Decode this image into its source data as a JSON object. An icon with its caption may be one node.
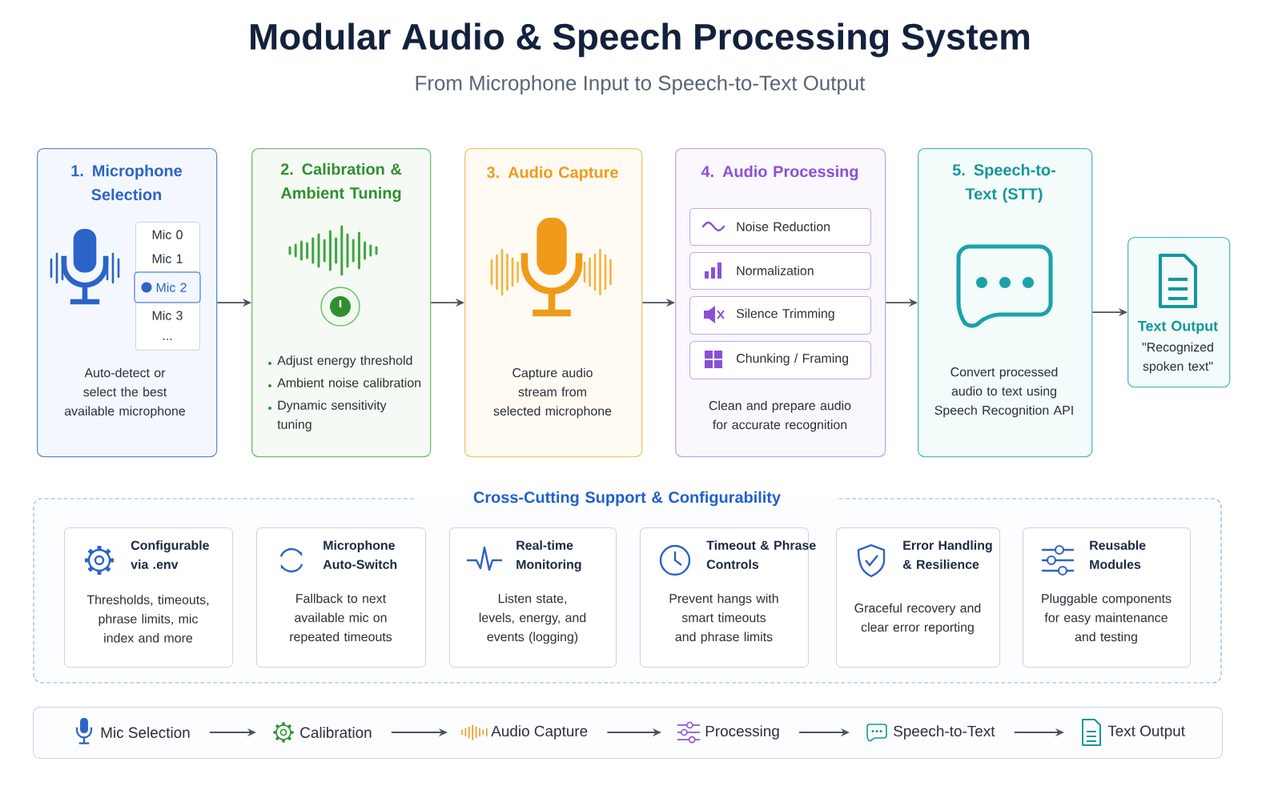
{
  "diagram": {
    "title": "Modular Audio & Speech Processing System",
    "labels": [
      "From Microphone Input to Speech-to-Text Output"
    ],
    "nodes": [
      {
        "text": [
          "1. Microphone Selection",
          "Auto-detect or select the best available microphone"
        ]
      },
      {
        "text": [
          "Mic 0",
          "Mic 1",
          "Mic 2",
          "Mic 3",
          "..."
        ],
        "in": 0
      },
      {
        "text": [
          "2. Calibration & Ambient Tuning",
          "Adjust energy threshold",
          "Ambient noise calibration",
          "Dynamic sensitivity tuning"
        ]
      },
      {
        "text": [
          "3. Audio Capture",
          "Capture audio stream from selected microphone"
        ]
      },
      {
        "text": [
          "4. Audio Processing",
          "Clean and prepare audio for accurate recognition"
        ]
      },
      {
        "text": [
          "Noise Reduction"
        ],
        "in": 4
      },
      {
        "text": [
          "Normalization"
        ],
        "in": 4
      },
      {
        "text": [
          "Silence Trimming"
        ],
        "in": 4
      },
      {
        "text": [
          "Chunking / Framing"
        ],
        "in": 4
      },
      {
        "text": [
          "5. Speech-to-Text (STT)",
          "Convert processed audio to text using Speech Recognition API"
        ]
      },
      {
        "text": [
          "Text Output",
          "\"Recognized spoken text\""
        ]
      },
      {
        "text": [
          "Cross-Cutting Support & Configurability"
        ]
      },
      {
        "text": [
          "Configurable via .env",
          "Thresholds, timeouts, phrase limits, mic index and more"
        ],
        "in": 11
      },
      {
        "text": [
          "Microphone Auto-Switch",
          "Fallback to next available mic on repeated timeouts"
        ],
        "in": 11
      },
      {
        "text": [
          "Real-time Monitoring",
          "Listen state, levels, energy, and events (logging)"
        ],
        "in": 11
      },
      {
        "text": [
          "Timeout & Phrase Controls",
          "Prevent hangs with smart timeouts and phrase limits"
        ],
        "in": 11
      },
      {
        "text": [
          "Error Handling & Resilience",
          "Graceful recovery and clear error reporting"
        ],
        "in": 11
      },
      {
        "text": [
          "Reusable Modules",
          "Pluggable components for easy maintenance and testing"
        ],
        "in": 11
      },
      {
        "text": [],
        "shape": "box"
      },
      {
        "text": [
          "Mic Selection"
        ],
        "in": 18
      },
      {
        "text": [
          "Calibration"
        ],
        "in": 18
      },
      {
        "text": [
          "Audio Capture"
        ],
        "in": 18
      },
      {
        "text": [
          "Processing"
        ],
        "in": 18
      },
      {
        "text": [
          "Speech-to-Text"
        ],
        "in": 18
      },
      {
        "text": [
          "Text Output"
        ],
        "in": 18
      }
    ],
    "edges": [
      {
        "from": 0,
        "to": 2,
        "arrow": "to"
      },
      {
        "from": 2,
        "to": 3,
        "arrow": "to"
      },
      {
        "from": 3,
        "to": 4,
        "arrow": "to"
      },
      {
        "from": 4,
        "to": 9,
        "arrow": "to"
      },
      {
        "from": 9,
        "to": 10,
        "arrow": "to"
      },
      {
        "from": 19,
        "to": 20,
        "arrow": "to"
      },
      {
        "from": 20,
        "to": 21,
        "arrow": "to"
      },
      {
        "from": 21,
        "to": 22,
        "arrow": "to"
      },
      {
        "from": 22,
        "to": 23,
        "arrow": "to"
      },
      {
        "from": 23,
        "to": 24,
        "arrow": "to"
      }
    ]
  }
}
